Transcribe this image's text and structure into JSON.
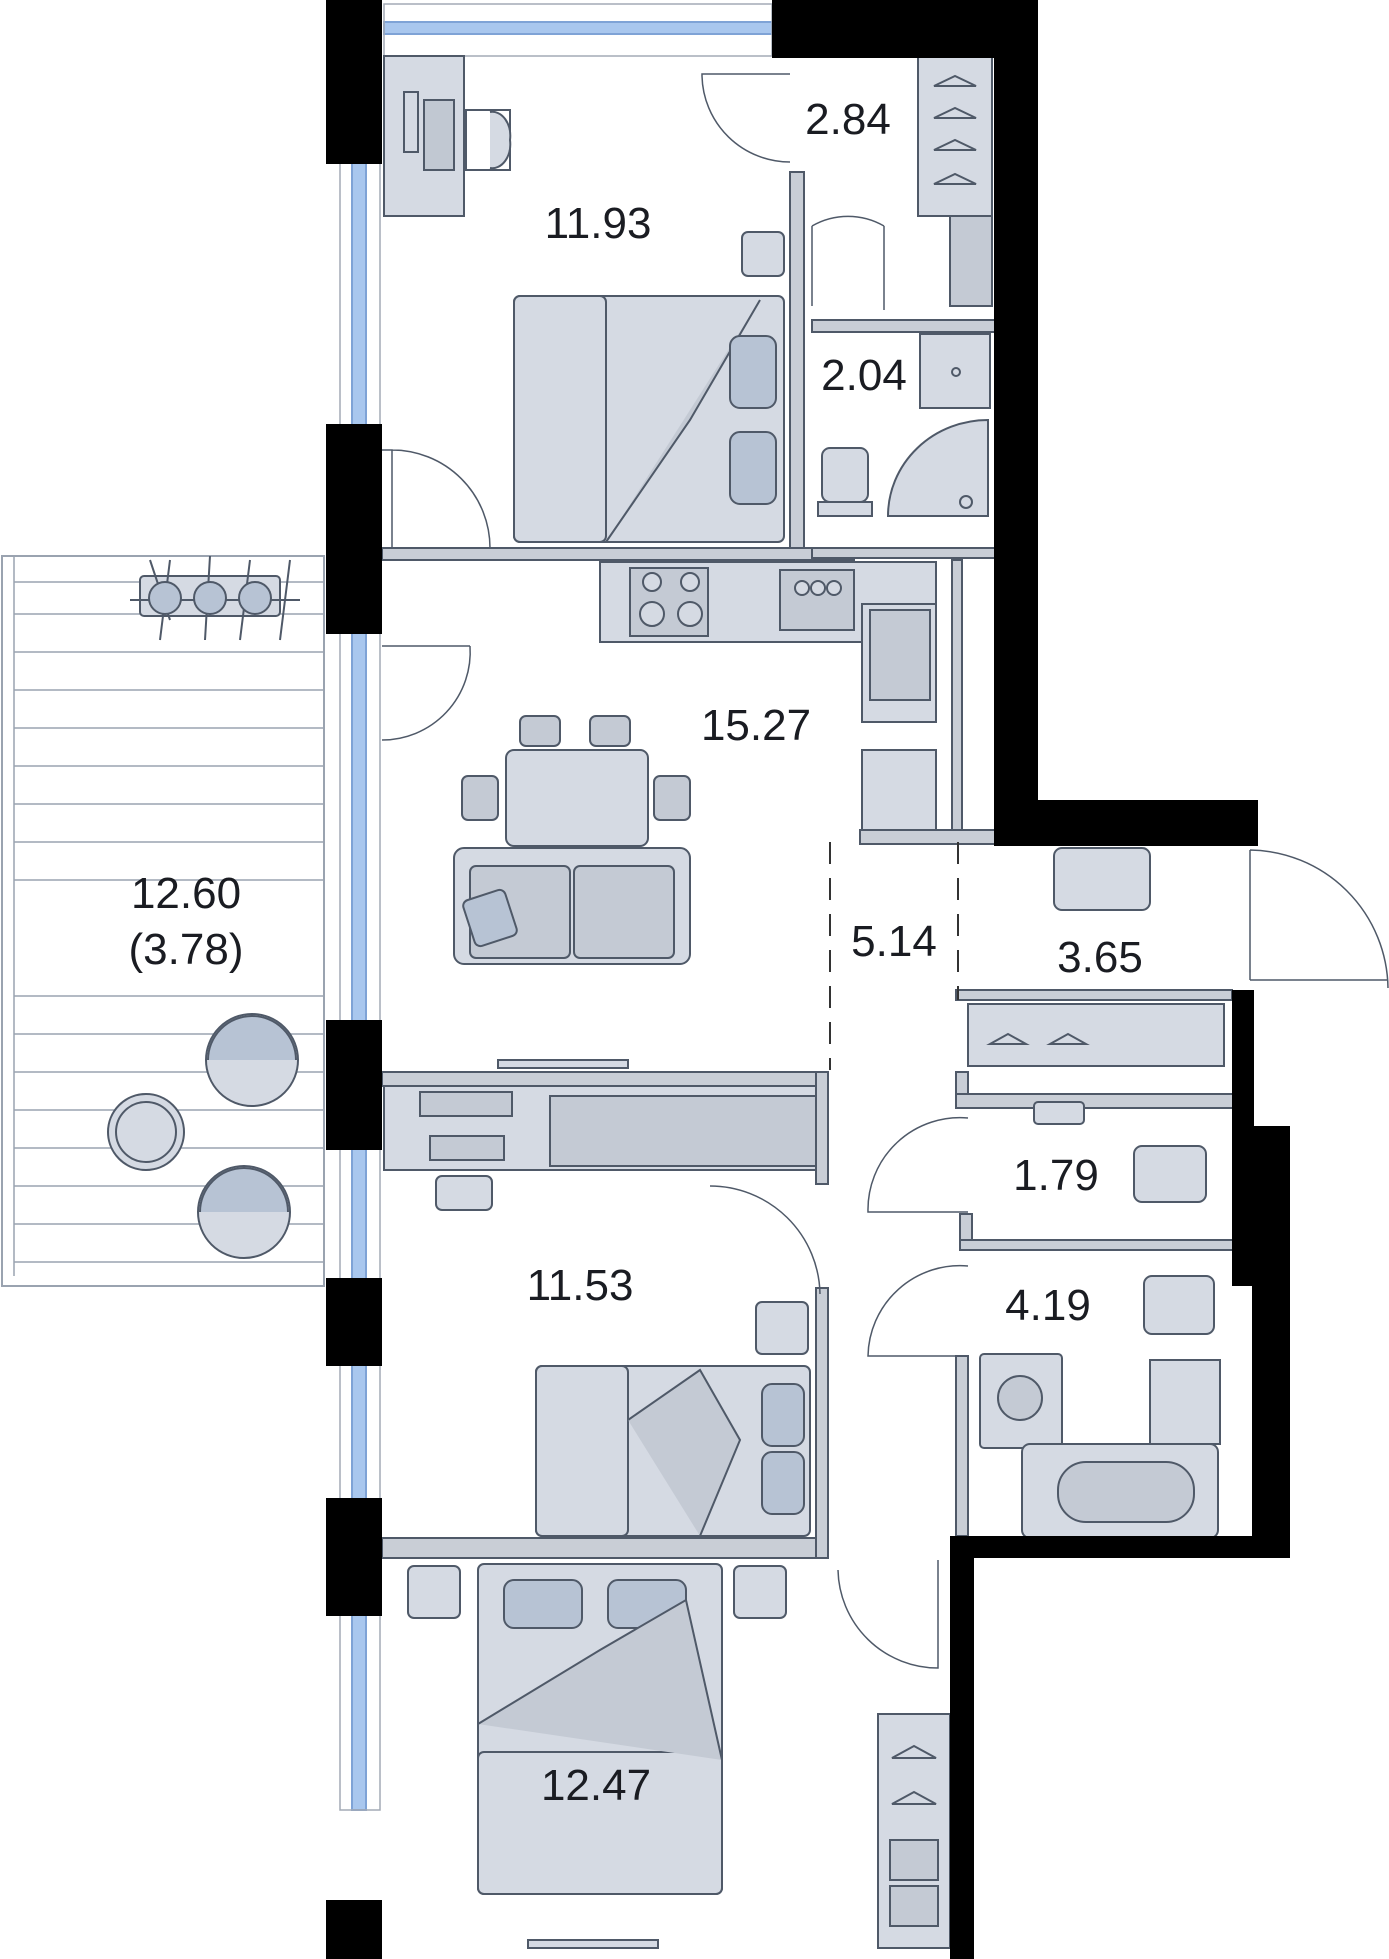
{
  "plan": {
    "rooms": [
      {
        "id": "bedroom-top",
        "area": "11.93"
      },
      {
        "id": "wardrobe-top",
        "area": "2.84"
      },
      {
        "id": "bathroom-top",
        "area": "2.04"
      },
      {
        "id": "kitchen-living",
        "area": "15.27"
      },
      {
        "id": "hallway",
        "area": "5.14"
      },
      {
        "id": "entrance",
        "area": "3.65"
      },
      {
        "id": "wc",
        "area": "1.79"
      },
      {
        "id": "bathroom",
        "area": "4.19"
      },
      {
        "id": "bedroom-middle",
        "area": "11.53"
      },
      {
        "id": "bedroom-bottom",
        "area": "12.47"
      }
    ],
    "balcony": {
      "area": "12.60",
      "area_reduced": "(3.78)"
    }
  },
  "colors": {
    "wall": "#000000",
    "furniture_fill": "#d5dae3",
    "furniture_stroke": "#4f5968",
    "glass": "#a9c7ee",
    "pillow": "#b7c3d4",
    "label": "#1a1c22"
  }
}
